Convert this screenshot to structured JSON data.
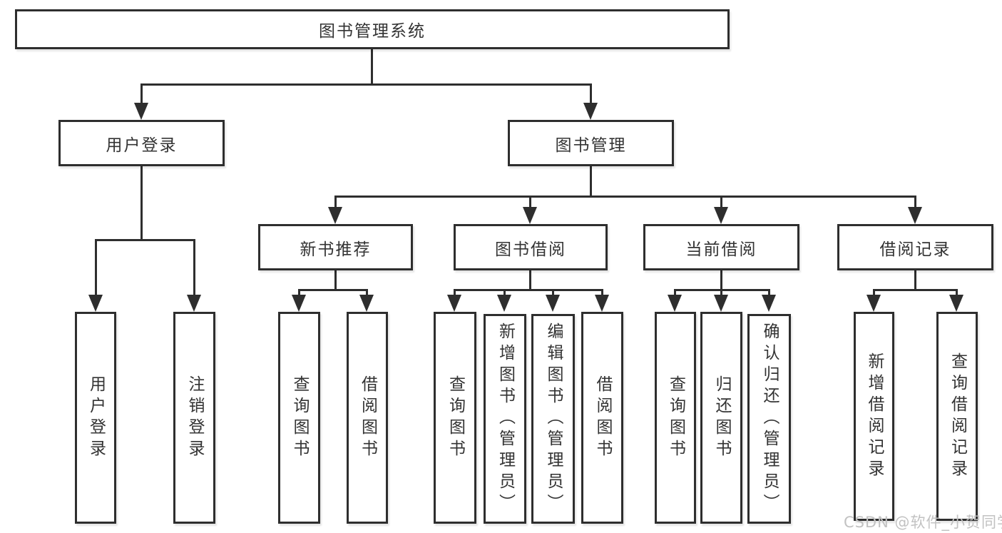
{
  "diagram": {
    "title": "图书管理系统",
    "root": {
      "label": "图书管理系统"
    },
    "level2": [
      {
        "label": "用户登录"
      },
      {
        "label": "图书管理"
      }
    ],
    "level3": [
      {
        "label": "新书推荐"
      },
      {
        "label": "图书借阅"
      },
      {
        "label": "当前借阅"
      },
      {
        "label": "借阅记录"
      }
    ],
    "leaves": {
      "user_login": [
        {
          "label": "用户登录"
        },
        {
          "label": "注销登录"
        }
      ],
      "new_book": [
        {
          "label": "查询图书"
        },
        {
          "label": "借阅图书"
        }
      ],
      "book_borrow": [
        {
          "label": "查询图书"
        },
        {
          "label": "新增图书（管理员）"
        },
        {
          "label": "编辑图书（管理员）"
        },
        {
          "label": "借阅图书"
        }
      ],
      "current_borrow": [
        {
          "label": "查询图书"
        },
        {
          "label": "归还图书"
        },
        {
          "label": "确认归还（管理员）"
        }
      ],
      "borrow_record": [
        {
          "label": "新增借阅记录"
        },
        {
          "label": "查询借阅记录"
        }
      ]
    },
    "watermark": "CSDN @软件_小贺同学",
    "colors": {
      "line": "#2e2e2e",
      "text": "#333333",
      "background": "#ffffff",
      "watermark": "#c2c2c2"
    }
  }
}
